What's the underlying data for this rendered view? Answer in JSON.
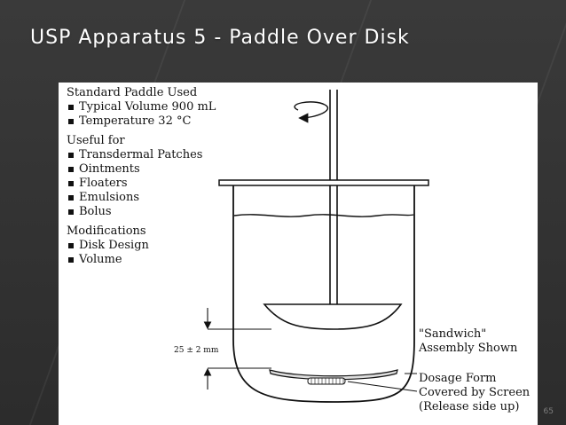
{
  "slide": {
    "title": "USP Apparatus 5 - Paddle Over Disk",
    "number": "65"
  },
  "text_groups": [
    {
      "heading": "Standard Paddle Used",
      "items": [
        "Typical Volume 900 mL",
        "Temperature 32 °C"
      ]
    },
    {
      "heading": "Useful for",
      "items": [
        "Transdermal Patches",
        "Ointments",
        "Floaters",
        "Emulsions",
        "Bolus"
      ]
    },
    {
      "heading": "Modifications",
      "items": [
        "Disk Design",
        "Volume"
      ]
    }
  ],
  "diagram": {
    "distance_label": "25 ± 2 mm",
    "sandwich_line1": "\"Sandwich\"",
    "sandwich_line2": "Assembly Shown",
    "dosage_line1": "Dosage Form",
    "dosage_line2": "Covered by Screen",
    "dosage_line3": "(Release side up)"
  }
}
